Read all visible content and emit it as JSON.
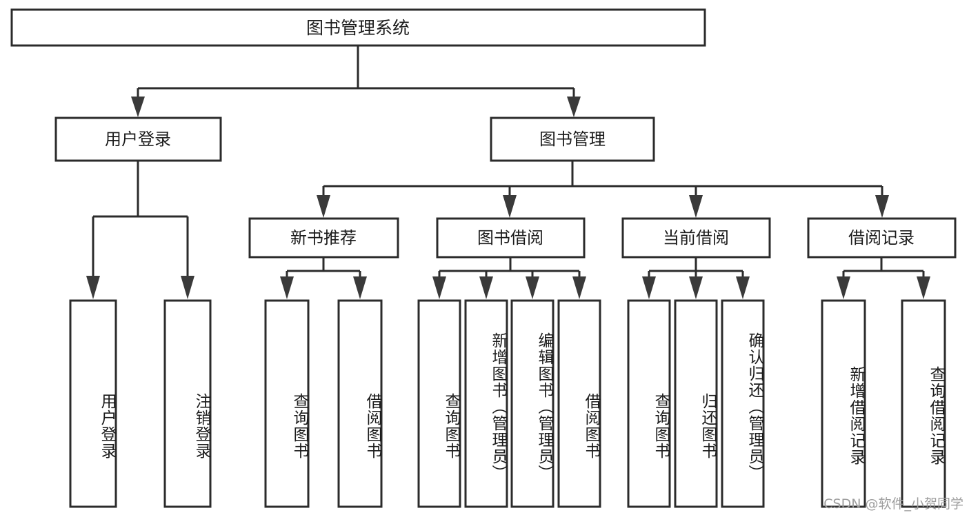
{
  "diagram": {
    "type": "tree",
    "title": "图书管理系统",
    "root": {
      "id": "root",
      "label": "图书管理系统",
      "orientation": "horizontal"
    },
    "level2": [
      {
        "id": "user-login",
        "label": "用户登录",
        "orientation": "horizontal"
      },
      {
        "id": "book-manage",
        "label": "图书管理",
        "orientation": "horizontal"
      }
    ],
    "level3": [
      {
        "id": "new-book-recommend",
        "label": "新书推荐",
        "orientation": "horizontal",
        "parent": "book-manage"
      },
      {
        "id": "book-borrow",
        "label": "图书借阅",
        "orientation": "horizontal",
        "parent": "book-manage"
      },
      {
        "id": "current-borrow",
        "label": "当前借阅",
        "orientation": "horizontal",
        "parent": "book-manage"
      },
      {
        "id": "borrow-record",
        "label": "借阅记录",
        "orientation": "horizontal",
        "parent": "book-manage"
      }
    ],
    "leaves": [
      {
        "id": "leaf-user-login",
        "label": "用户登录",
        "orientation": "vertical",
        "parent": "user-login"
      },
      {
        "id": "leaf-user-logout",
        "label": "注销登录",
        "orientation": "vertical",
        "parent": "user-login"
      },
      {
        "id": "leaf-query-book-1",
        "label": "查询图书",
        "orientation": "vertical",
        "parent": "new-book-recommend"
      },
      {
        "id": "leaf-borrow-book-1",
        "label": "借阅图书",
        "orientation": "vertical",
        "parent": "new-book-recommend"
      },
      {
        "id": "leaf-query-book-2",
        "label": "查询图书",
        "orientation": "vertical",
        "parent": "book-borrow"
      },
      {
        "id": "leaf-add-book",
        "label": "新增图书（管理员）",
        "orientation": "vertical",
        "parent": "book-borrow"
      },
      {
        "id": "leaf-edit-book",
        "label": "编辑图书（管理员）",
        "orientation": "vertical",
        "parent": "book-borrow"
      },
      {
        "id": "leaf-borrow-book-2",
        "label": "借阅图书",
        "orientation": "vertical",
        "parent": "book-borrow"
      },
      {
        "id": "leaf-query-book-3",
        "label": "查询图书",
        "orientation": "vertical",
        "parent": "current-borrow"
      },
      {
        "id": "leaf-return-book",
        "label": "归还图书",
        "orientation": "vertical",
        "parent": "current-borrow"
      },
      {
        "id": "leaf-confirm-return",
        "label": "确认归还（管理员）",
        "orientation": "vertical",
        "parent": "current-borrow"
      },
      {
        "id": "leaf-add-record",
        "label": "新增借阅记录",
        "orientation": "vertical",
        "parent": "borrow-record"
      },
      {
        "id": "leaf-query-record",
        "label": "查询借阅记录",
        "orientation": "vertical",
        "parent": "borrow-record"
      }
    ]
  },
  "watermark": {
    "text": "CSDN @软件_小贺同学"
  },
  "colors": {
    "stroke": "#2b2b2b",
    "arrow": "#3a3a3a",
    "box_fill": "#ffffff",
    "text": "#1b1b1b",
    "watermark": "#9d9d9d",
    "background": "#ffffff"
  }
}
